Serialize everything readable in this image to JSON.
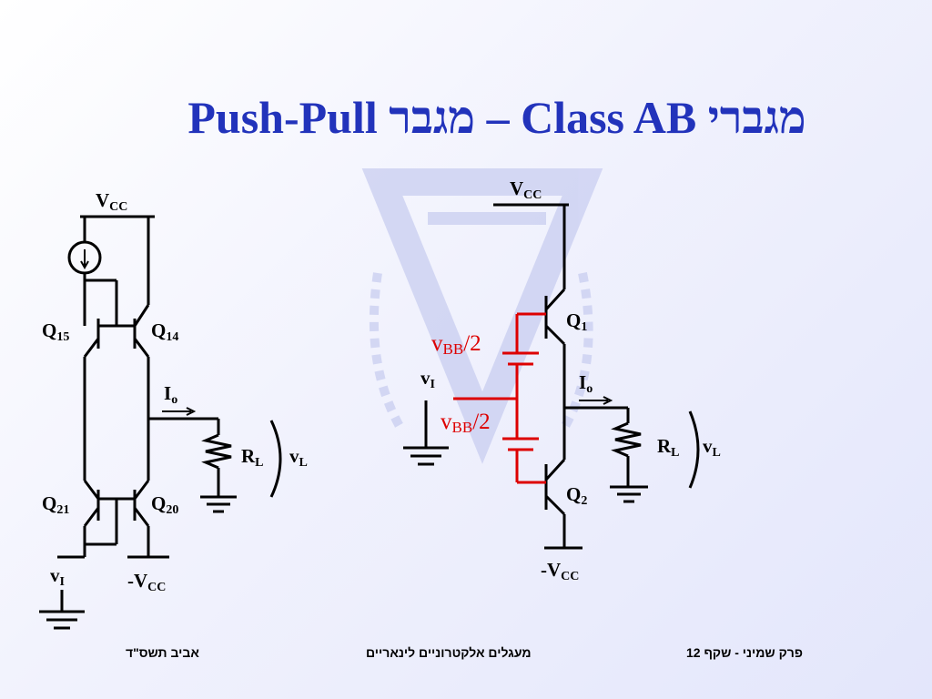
{
  "title": {
    "part1": "Push-Pull",
    "part2": "מגבר",
    "part3": "– Class AB",
    "part4": "מגברי"
  },
  "left_circuit": {
    "vcc_main": "V",
    "vcc_sub": "CC",
    "q15_main": "Q",
    "q15_sub": "15",
    "q14_main": "Q",
    "q14_sub": "14",
    "io_main": "I",
    "io_sub": "o",
    "rl_main": "R",
    "rl_sub": "L",
    "vl_main": "v",
    "vl_sub": "L",
    "q21_main": "Q",
    "q21_sub": "21",
    "q20_main": "Q",
    "q20_sub": "20",
    "vi_main": "v",
    "vi_sub": "I",
    "nvcc_main": "-V",
    "nvcc_sub": "CC"
  },
  "right_circuit": {
    "vcc_main": "V",
    "vcc_sub": "CC",
    "q1_main": "Q",
    "q1_sub": "1",
    "vbb1_main": "v",
    "vbb1_sub": "BB",
    "vbb1_tail": "/2",
    "vi_main": "v",
    "vi_sub": "I",
    "io_main": "I",
    "io_sub": "o",
    "vbb2_main": "v",
    "vbb2_sub": "BB",
    "vbb2_tail": "/2",
    "rl_main": "R",
    "rl_sub": "L",
    "vl_main": "v",
    "vl_sub": "L",
    "q2_main": "Q",
    "q2_sub": "2",
    "nvcc_main": "-V",
    "nvcc_sub": "CC"
  },
  "footer": {
    "left": "אביב תשס\"ד",
    "center": "מעגלים אלקטרוניים לינאריים",
    "right": "פרק שמיני - שקף 12"
  },
  "colors": {
    "title": "#2233bb",
    "highlight": "#dd0000",
    "watermark": "#c9cef0"
  }
}
